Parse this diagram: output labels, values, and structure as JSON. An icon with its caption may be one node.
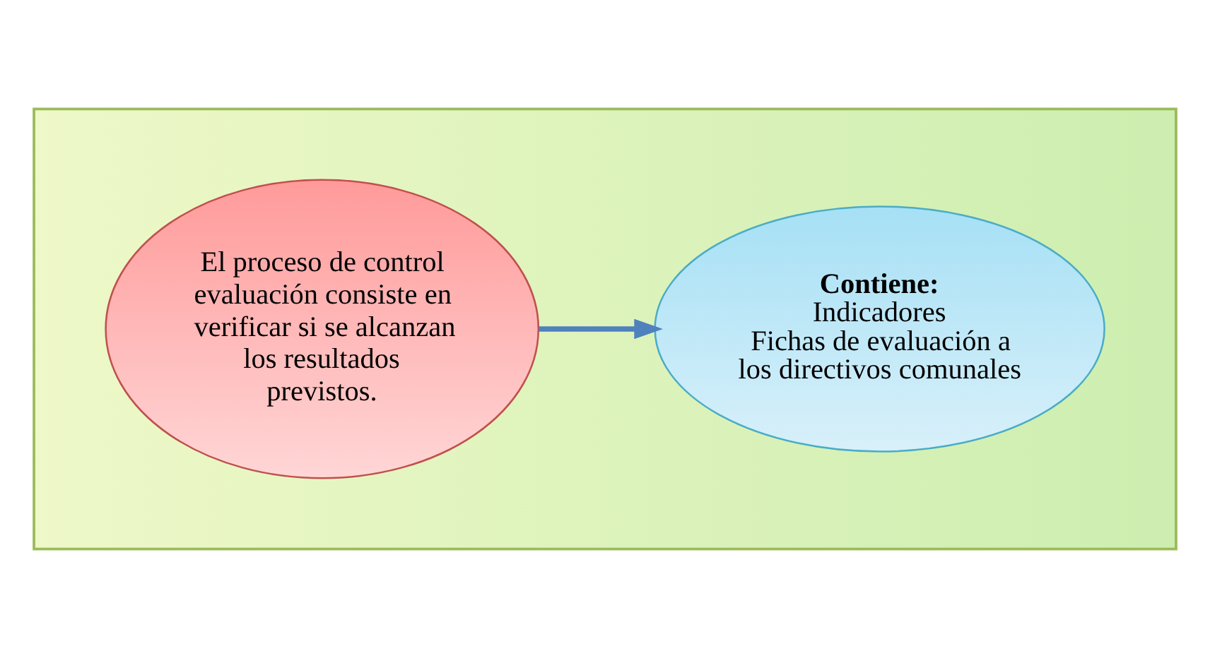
{
  "diagram": {
    "nodes": [
      {
        "text": [],
        "shape": "box"
      },
      {
        "text": [
          "El proceso de control evaluación consiste en verificar si se alcanzan los resultados previstos."
        ],
        "in": 0
      },
      {
        "text": [
          "Contiene:",
          "Indicadores",
          "Fichas de evaluación a los directivos comunales"
        ],
        "in": 0
      }
    ],
    "edges": [
      {
        "from": 1,
        "to": 2,
        "arrow": "to"
      }
    ]
  }
}
